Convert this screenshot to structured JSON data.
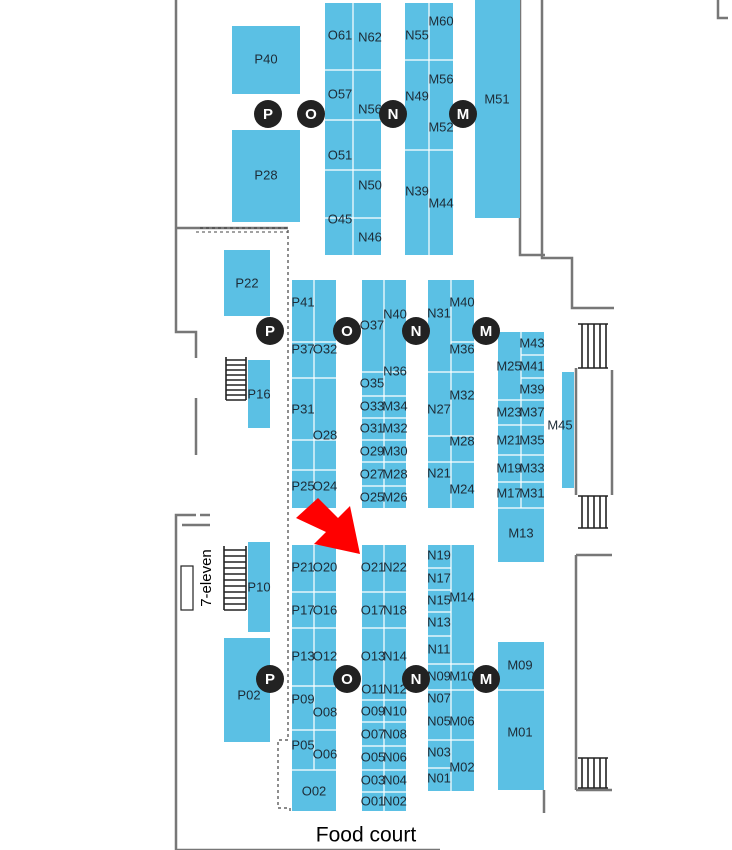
{
  "colors": {
    "stall": "#5bc0e4",
    "aisle_marker": "#222222",
    "arrow": "#ff0000",
    "wall": "#777777"
  },
  "labels": {
    "food_court": "Food court",
    "seven_eleven": "7-eleven"
  },
  "aisles": [
    "P",
    "O",
    "N",
    "M",
    "P",
    "O",
    "N",
    "M",
    "P",
    "O",
    "N",
    "M"
  ],
  "stalls": [
    "P40",
    "P28",
    "O61",
    "O57",
    "O51",
    "O45",
    "N62",
    "N56",
    "N50",
    "N46",
    "N55",
    "N49",
    "N39",
    "M60",
    "M56",
    "M52",
    "M44",
    "M51",
    "P22",
    "P16",
    "P10",
    "P02",
    "P41",
    "P37",
    "P31",
    "P25",
    "O32",
    "O28",
    "O24",
    "O37",
    "O35",
    "O33",
    "O31",
    "O29",
    "O27",
    "O25",
    "N40",
    "N36",
    "M34",
    "M32",
    "M30",
    "M28",
    "M26",
    "N31",
    "N27",
    "N21",
    "M40",
    "M36",
    "M32",
    "M28",
    "M24",
    "M25",
    "M23",
    "M21",
    "M19",
    "M17",
    "M13",
    "M43",
    "M41",
    "M39",
    "M37",
    "M35",
    "M33",
    "M31",
    "M45",
    "P21",
    "P17",
    "P13",
    "P09",
    "P05",
    "O20",
    "O16",
    "O12",
    "O08",
    "O06",
    "O02",
    "O21",
    "O17",
    "O13",
    "O11",
    "O09",
    "O07",
    "O05",
    "O03",
    "O01",
    "N22",
    "N18",
    "N14",
    "N12",
    "N10",
    "N08",
    "N06",
    "N04",
    "N02",
    "N19",
    "N17",
    "N15",
    "N13",
    "N11",
    "N09",
    "N07",
    "N05",
    "N03",
    "N01",
    "M14",
    "M10",
    "M06",
    "M02",
    "M09",
    "M01"
  ]
}
